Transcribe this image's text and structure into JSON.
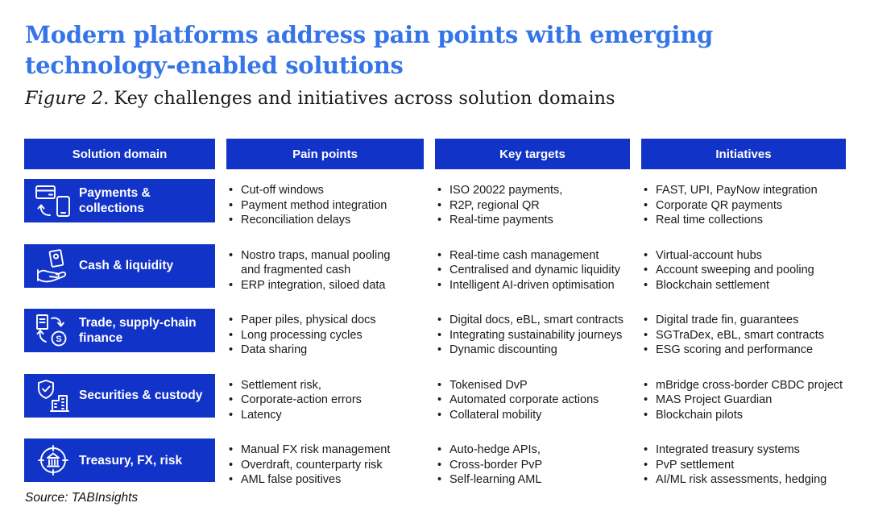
{
  "page": {
    "title": "Modern platforms address pain points with emerging technology-enabled solutions",
    "figure_label": "Figure 2.",
    "figure_caption": "Key challenges and initiatives across solution domains",
    "source": "Source: TABInsights"
  },
  "colors": {
    "header_blue": "#1233c8",
    "title_blue": "#3575e8",
    "text_dark": "#1a1a1a"
  },
  "table": {
    "headers": [
      "Solution domain",
      "Pain points",
      "Key targets",
      "Initiatives"
    ],
    "rows": [
      {
        "domain": "Payments & collections",
        "icon": "card-phone-transfer-icon",
        "pain_points": [
          "Cut-off windows",
          "Payment method integration",
          "Reconciliation delays"
        ],
        "key_targets": [
          "ISO 20022 payments,",
          "R2P,  regional QR",
          "Real-time payments"
        ],
        "initiatives": [
          "FAST, UPI, PayNow integration",
          "Corporate QR payments",
          "Real time collections"
        ]
      },
      {
        "domain": "Cash & liquidity",
        "icon": "cash-in-hand-icon",
        "pain_points": [
          "Nostro traps, manual pooling\nand fragmented cash",
          "ERP integration, siloed data"
        ],
        "key_targets": [
          "Real-time cash management",
          "Centralised and dynamic liquidity",
          "Intelligent AI-driven optimisation"
        ],
        "initiatives": [
          "Virtual-account hubs",
          "Account sweeping and pooling",
          "Blockchain settlement"
        ]
      },
      {
        "domain": "Trade, supply-chain finance",
        "icon": "document-cycle-currency-icon",
        "pain_points": [
          "Paper piles, physical docs",
          "Long processing cycles",
          "Data sharing"
        ],
        "key_targets": [
          "Digital docs, eBL, smart contracts",
          "Integrating sustainability journeys",
          "Dynamic discounting"
        ],
        "initiatives": [
          "Digital trade fin, guarantees",
          "SGTraDex, eBL, smart contracts",
          "ESG scoring and performance"
        ]
      },
      {
        "domain": "Securities & custody",
        "icon": "shield-check-building-icon",
        "pain_points": [
          "Settlement risk,",
          "Corporate-action errors",
          "Latency"
        ],
        "key_targets": [
          "Tokenised DvP",
          "Automated corporate actions",
          "Collateral mobility"
        ],
        "initiatives": [
          "mBridge cross-border CBDC project",
          "MAS Project Guardian",
          "Blockchain pilots"
        ]
      },
      {
        "domain": "Treasury, FX, risk",
        "icon": "bank-crosshair-icon",
        "pain_points": [
          "Manual FX risk management",
          "Overdraft, counterparty risk",
          "AML false positives"
        ],
        "key_targets": [
          "Auto-hedge APIs,",
          "Cross-border PvP",
          "Self-learning AML"
        ],
        "initiatives": [
          "Integrated treasury systems",
          "PvP settlement",
          "AI/ML risk assessments, hedging"
        ]
      }
    ]
  }
}
